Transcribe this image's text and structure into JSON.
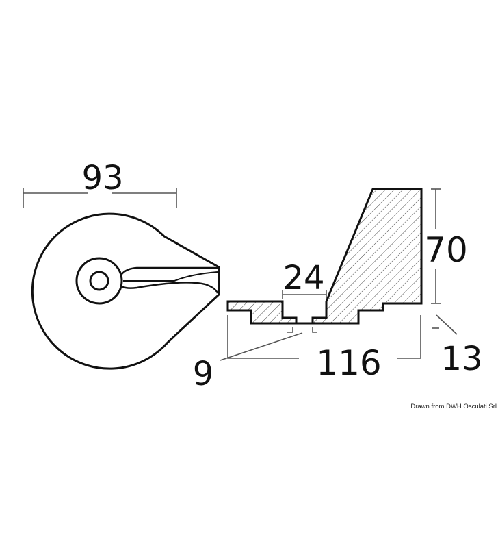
{
  "drawing": {
    "front_view": {
      "width_label": "93"
    },
    "side_view": {
      "height_label": "70",
      "slot_width_label": "24",
      "length_label": "116",
      "step_label": "13",
      "slot_depth_label": "9"
    },
    "credit": "Drawn from DWH Osculati Srl"
  },
  "colors": {
    "line": "#111111",
    "dimension": "#555555",
    "background": "#ffffff"
  }
}
